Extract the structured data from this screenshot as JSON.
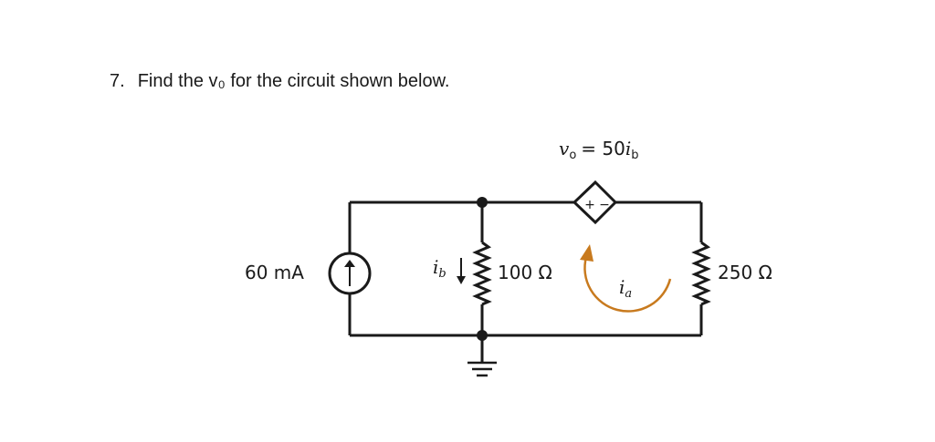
{
  "question": {
    "number": "7.",
    "text": "Find the v₀ for the circuit shown below."
  },
  "circuit": {
    "source_label": "60 mA",
    "r1_label": "100 Ω",
    "r2_label": "250 Ω",
    "dep_eq": "= 50",
    "dep_var": "v",
    "dep_var_sub": "o",
    "dep_ctrl": "i",
    "dep_ctrl_sub": "b",
    "ib_var": "i",
    "ib_sub": "b",
    "ia_var": "i",
    "ia_sub": "a",
    "plus": "+",
    "minus": "−",
    "colors": {
      "wire": "#1a1a1a",
      "loop_arrow": "#c87a1e"
    }
  }
}
